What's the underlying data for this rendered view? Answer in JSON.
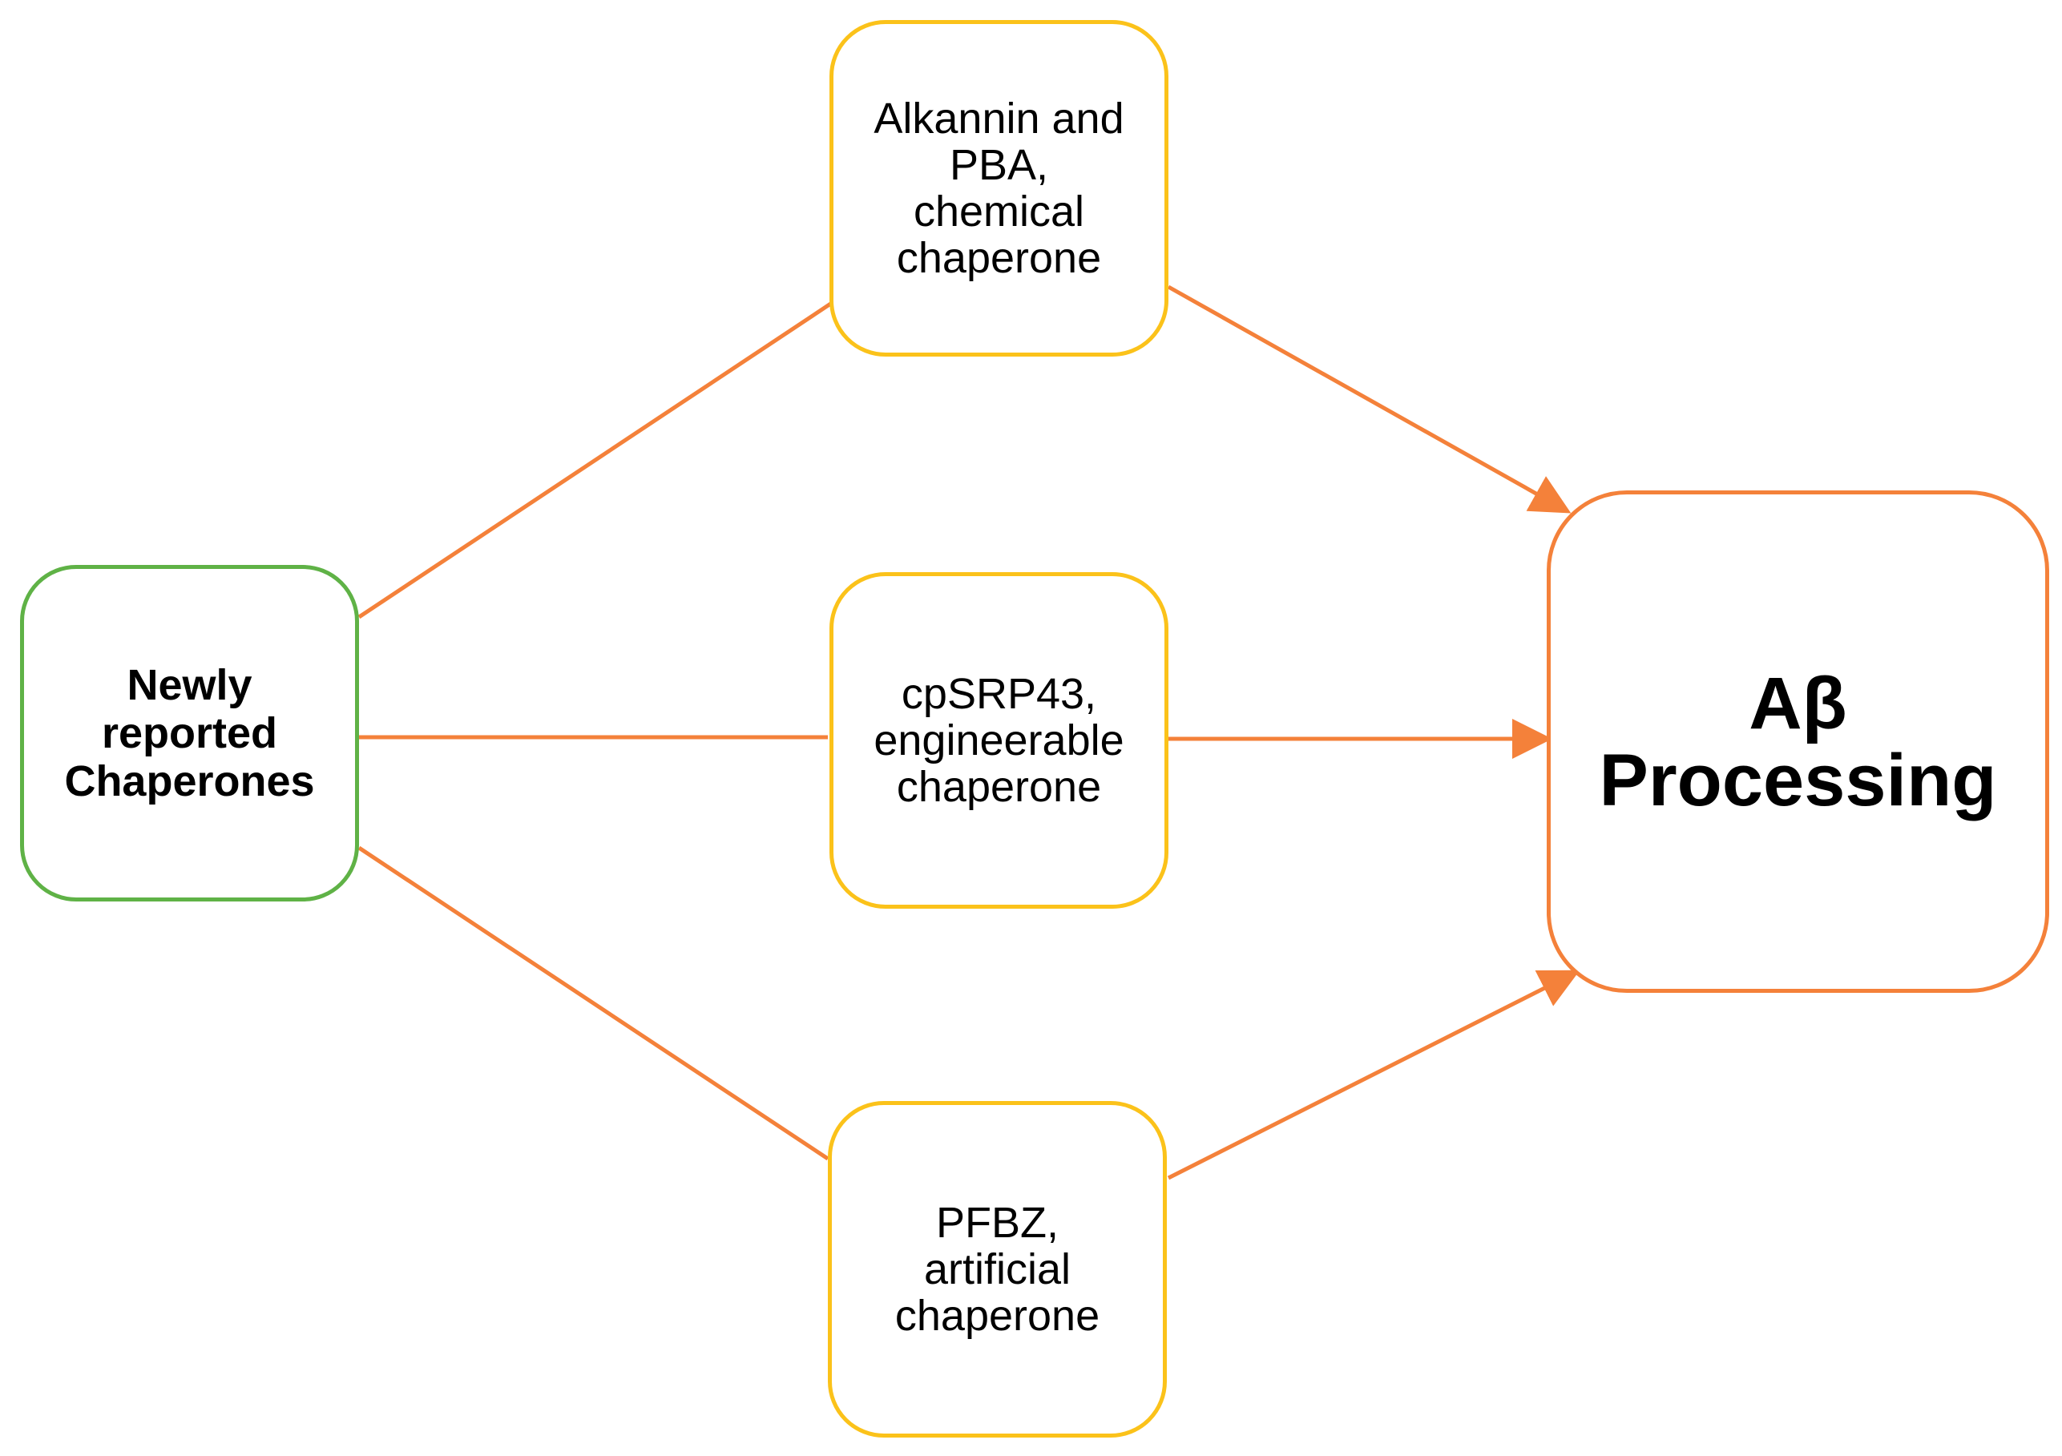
{
  "diagram": {
    "colors": {
      "source_border": "#5fb246",
      "intermediate_border": "#fbc21a",
      "target_border": "#f4813a",
      "connector": "#f4813a"
    },
    "nodes": {
      "source": {
        "label": "Newly\nreported\nChaperones"
      },
      "alkannin": {
        "label": "Alkannin and\nPBA,\nchemical\nchaperone"
      },
      "cpsrp43": {
        "label": "cpSRP43,\nengineerable\nchaperone"
      },
      "pfbz": {
        "label": "PFBZ,\nartificial\nchaperone"
      },
      "target": {
        "label": "Aβ\nProcessing"
      }
    },
    "edges": [
      {
        "from": "source",
        "to": "alkannin",
        "arrow": false
      },
      {
        "from": "source",
        "to": "cpsrp43",
        "arrow": false
      },
      {
        "from": "source",
        "to": "pfbz",
        "arrow": false
      },
      {
        "from": "alkannin",
        "to": "target",
        "arrow": true
      },
      {
        "from": "cpsrp43",
        "to": "target",
        "arrow": true
      },
      {
        "from": "pfbz",
        "to": "target",
        "arrow": true
      }
    ]
  }
}
